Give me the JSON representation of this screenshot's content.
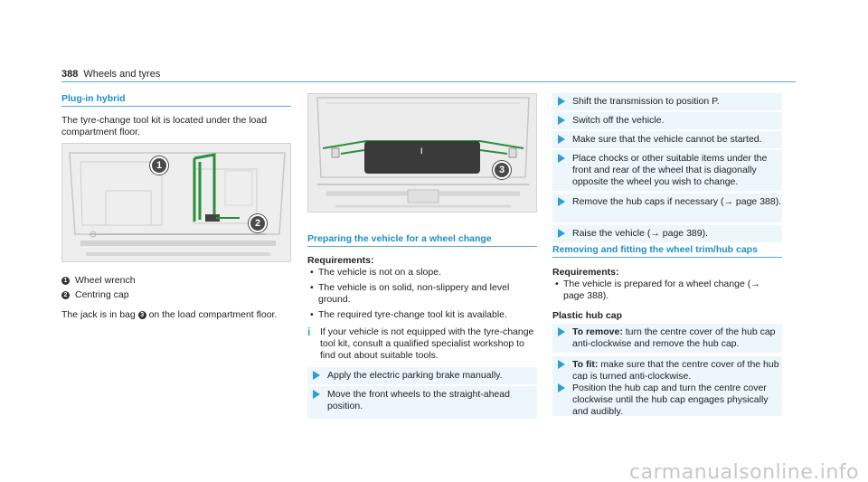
{
  "header": {
    "page_number": "388",
    "title": "Wheels and tyres"
  },
  "col1": {
    "heading": "Plug-in hybrid",
    "intro": "The tyre-change tool kit is located under the load compartment floor.",
    "callouts": [
      "1",
      "2"
    ],
    "legend": [
      {
        "num": "1",
        "label": "Wheel wrench"
      },
      {
        "num": "2",
        "label": "Centring cap"
      }
    ],
    "jack_text_before": "The jack is in bag",
    "jack_num": "3",
    "jack_text_after": "on the load compartment floor."
  },
  "col2": {
    "callout": "3",
    "bag_label": "I",
    "heading": "Preparing the vehicle for a wheel change",
    "req_label": "Requirements:",
    "requirements": [
      "The vehicle is not on a slope.",
      "The vehicle is on solid, non-slippery and level ground.",
      "The required tyre-change tool kit is available."
    ],
    "note_icon": "i",
    "note": "If your vehicle is not equipped with the tyre-change tool kit, consult a qualified specialist workshop to find out about suitable tools.",
    "steps": [
      "Apply the electric parking brake manually.",
      "Move the front wheels to the straight-ahead position."
    ]
  },
  "col3": {
    "steps_top": [
      "Shift the transmission to position P.",
      "Switch off the vehicle.",
      "Make sure that the vehicle cannot be started.",
      "Place chocks or other suitable items under the front and rear of the wheel that is diagonally opposite the wheel you wish to change.",
      "Remove the hub caps if necessary (→ page 388).",
      "Raise the vehicle (→ page 389)."
    ],
    "heading": "Removing and fitting the wheel trim/hub caps",
    "req_label": "Requirements:",
    "requirement": "The vehicle is prepared for a wheel change (→ page 388).",
    "subheading": "Plastic hub cap",
    "remove_label": "To remove:",
    "remove_text": "turn the centre cover of the hub cap anti-clockwise and remove the hub cap.",
    "fit_label": "To fit:",
    "fit_text": "make sure that the centre cover of the hub cap is turned anti-clockwise.",
    "position_text": "Position the hub cap and turn the centre cover clockwise until the hub cap engages physically and audibly."
  },
  "watermark": "carmanualsonline.info",
  "colors": {
    "accent": "#1f8fc6",
    "step_bg": "#ecf6fb"
  }
}
